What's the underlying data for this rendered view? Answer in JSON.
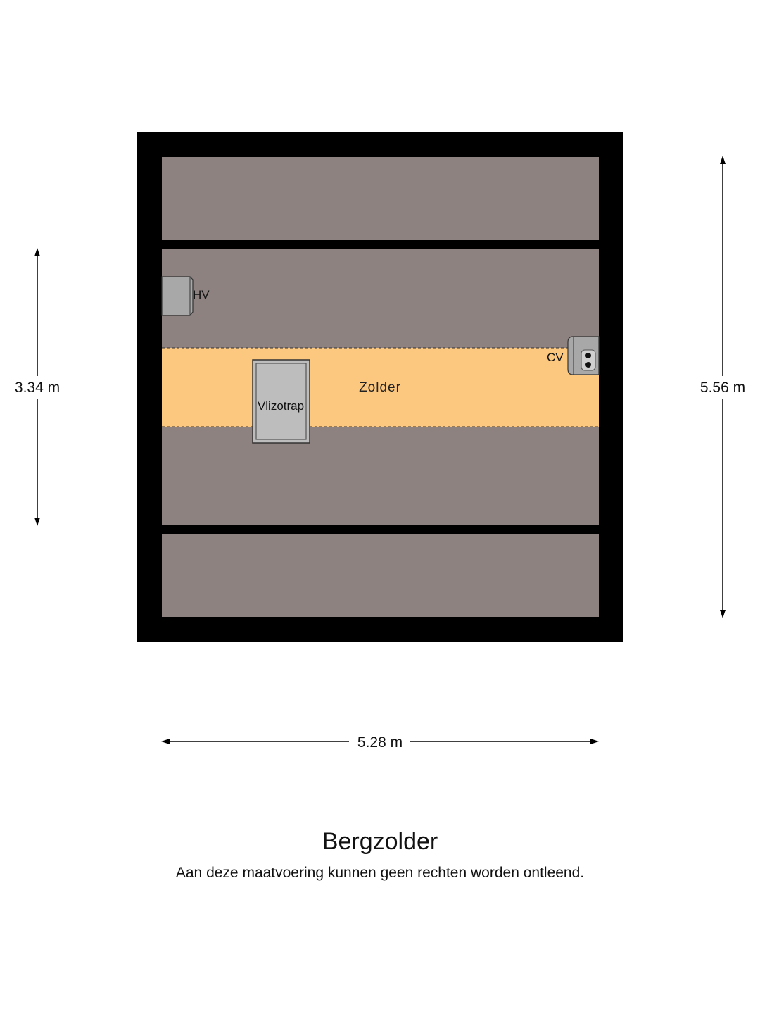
{
  "floor": {
    "title": "Bergzolder",
    "disclaimer": "Aan deze maatvoering kunnen geen rechten worden ontleend."
  },
  "rooms": {
    "zolder": "Zolder"
  },
  "fixtures": {
    "hv": "HV",
    "cv": "CV",
    "hatch": "Vlizotrap"
  },
  "dimensions": {
    "left_height": "3.34 m",
    "right_height": "5.56 m",
    "bottom_width": "5.28 m"
  },
  "colors": {
    "wall": "#000000",
    "roof_slope": "#8e8281",
    "room_fill": "#fcc77e",
    "fixture_fill": "#a8a8a8",
    "hatch_fill": "#bdbdbd"
  }
}
